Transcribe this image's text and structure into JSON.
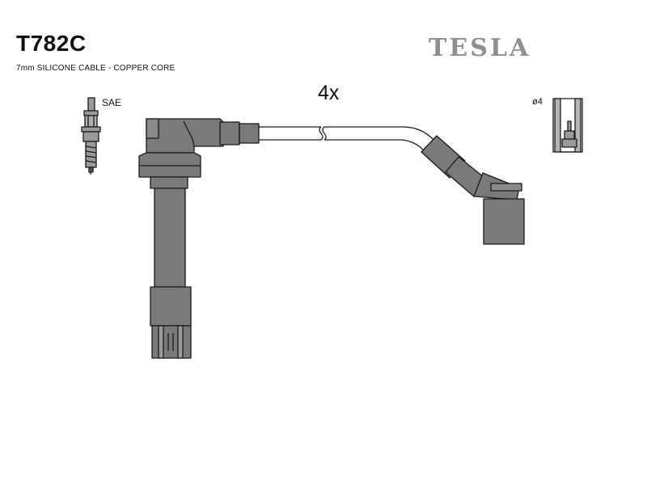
{
  "header": {
    "part_number": "T782C",
    "description": "7mm SILICONE CABLE - COPPER CORE",
    "brand": "TESLA"
  },
  "diagram": {
    "quantity_label": "4x",
    "plug_standard_label": "SAE",
    "terminal_diameter_label": "ø4"
  },
  "colors": {
    "part_fill": "#7a7a7a",
    "outline": "#1a1a1a",
    "brand_gray": "#8f8f8f",
    "terminal_fill": "#b5b5b5"
  }
}
